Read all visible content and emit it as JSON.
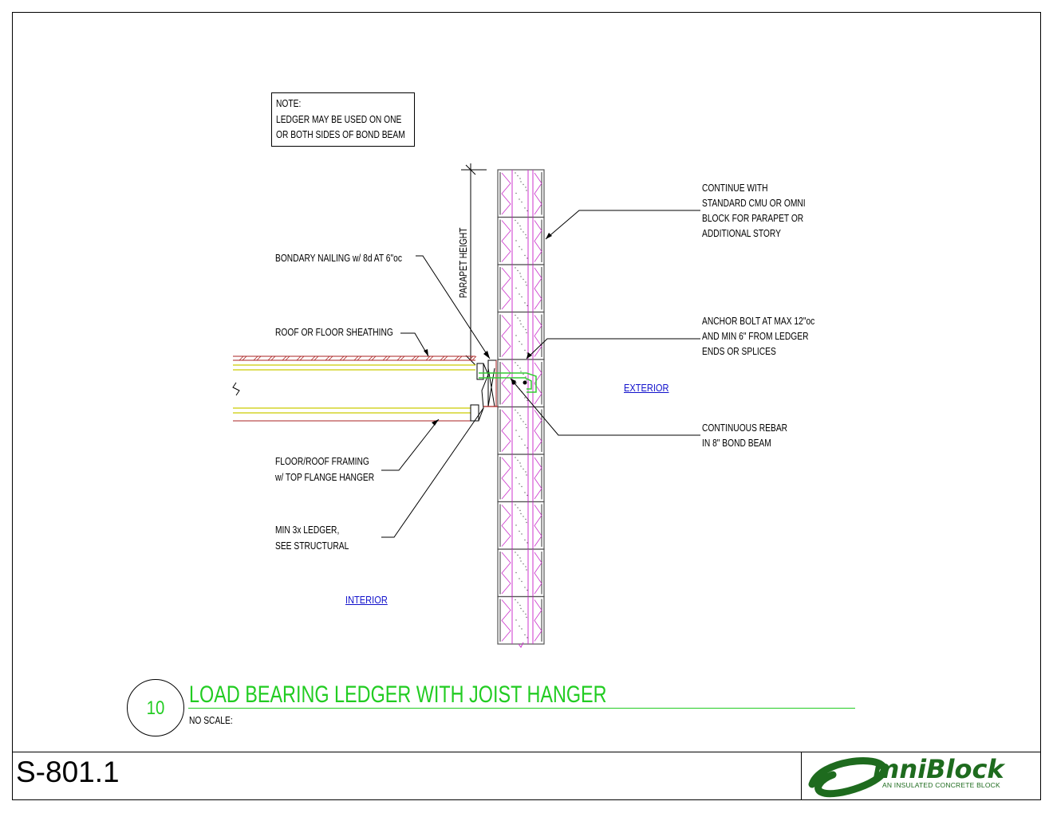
{
  "note": {
    "lines": [
      "NOTE:",
      "LEDGER MAY BE USED ON ONE",
      "OR BOTH SIDES OF BOND BEAM"
    ]
  },
  "dimension": {
    "label": "PARAPET HEIGHT"
  },
  "callouts": {
    "continue": [
      "CONTINUE WITH",
      "STANDARD CMU OR OMNI",
      "BLOCK FOR PARAPET OR",
      "ADDITIONAL STORY"
    ],
    "nailing": [
      "BONDARY NAILING w/ 8d AT 6\"oc"
    ],
    "sheathing": [
      "ROOF OR FLOOR SHEATHING"
    ],
    "anchor": [
      "ANCHOR BOLT AT MAX 12\"oc",
      "AND MIN 6\" FROM LEDGER",
      "ENDS OR SPLICES"
    ],
    "rebar": [
      "CONTINUOUS REBAR",
      "IN 8\" BOND BEAM"
    ],
    "framing": [
      "FLOOR/ROOF FRAMING",
      "w/ TOP FLANGE HANGER"
    ],
    "ledger": [
      "MIN 3x LEDGER,",
      "SEE STRUCTURAL"
    ]
  },
  "links": {
    "exterior": "EXTERIOR",
    "interior": "INTERIOR"
  },
  "detail": {
    "number": "10",
    "title": "LOAD BEARING LEDGER  WITH JOIST HANGER",
    "scale": "NO SCALE:"
  },
  "title_block": {
    "sheet_number": "S-801.1",
    "logo_text": "mniBlock",
    "logo_tagline": "AN INSULATED CONCRETE BLOCK"
  },
  "colors": {
    "title_green": "#22cc22",
    "joist_yellow": "#cccc00",
    "rebar_green": "#33cc33",
    "block_magenta": "#cc33cc",
    "link_blue": "#1111cc",
    "logo_green": "#1e6b1e",
    "ledger_red": "#aa2222"
  }
}
